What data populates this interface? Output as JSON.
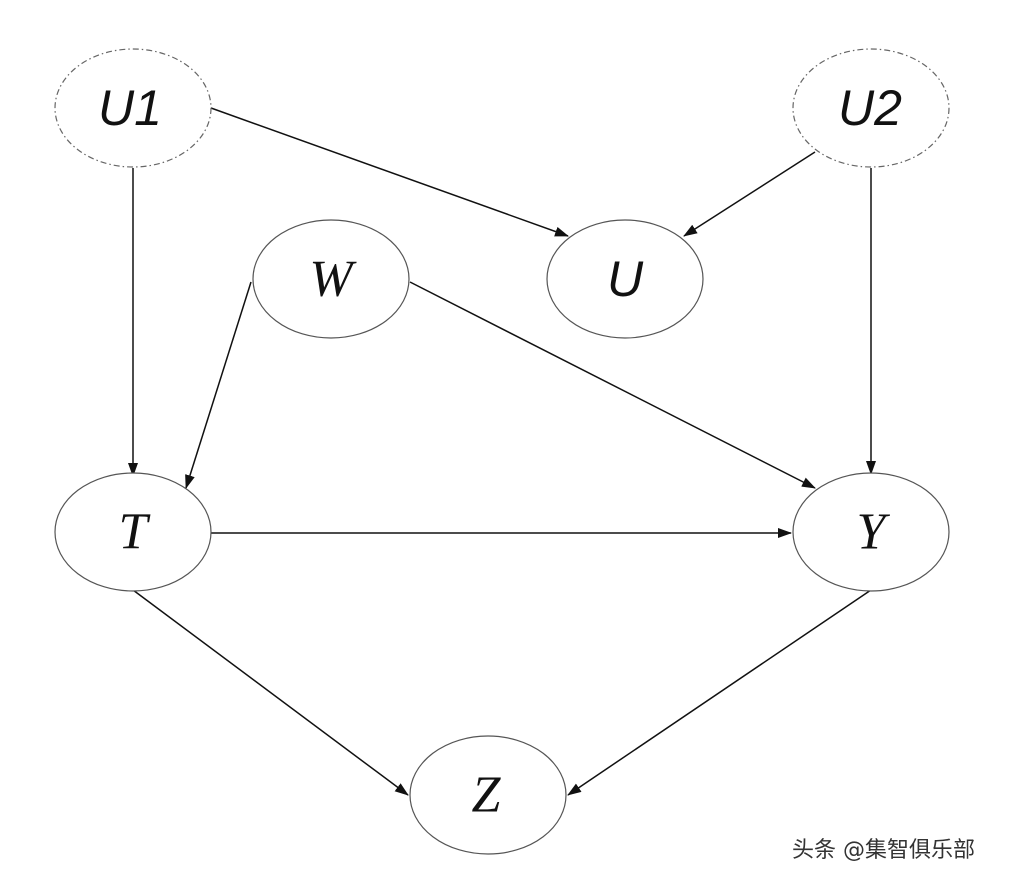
{
  "diagram": {
    "nodes": {
      "u1": {
        "label": "U1"
      },
      "u2": {
        "label": "U2"
      },
      "w": {
        "label": "W"
      },
      "u": {
        "label": "U"
      },
      "t": {
        "label": "T"
      },
      "y": {
        "label": "Y"
      },
      "z": {
        "label": "Z"
      }
    },
    "edges": [
      {
        "from": "U1",
        "to": "U"
      },
      {
        "from": "U1",
        "to": "T"
      },
      {
        "from": "U2",
        "to": "U"
      },
      {
        "from": "U2",
        "to": "Y"
      },
      {
        "from": "W",
        "to": "T"
      },
      {
        "from": "W",
        "to": "Y"
      },
      {
        "from": "T",
        "to": "Y"
      },
      {
        "from": "T",
        "to": "Z"
      },
      {
        "from": "Y",
        "to": "Z"
      }
    ]
  },
  "watermark": {
    "text": "头条 @集智俱乐部"
  }
}
